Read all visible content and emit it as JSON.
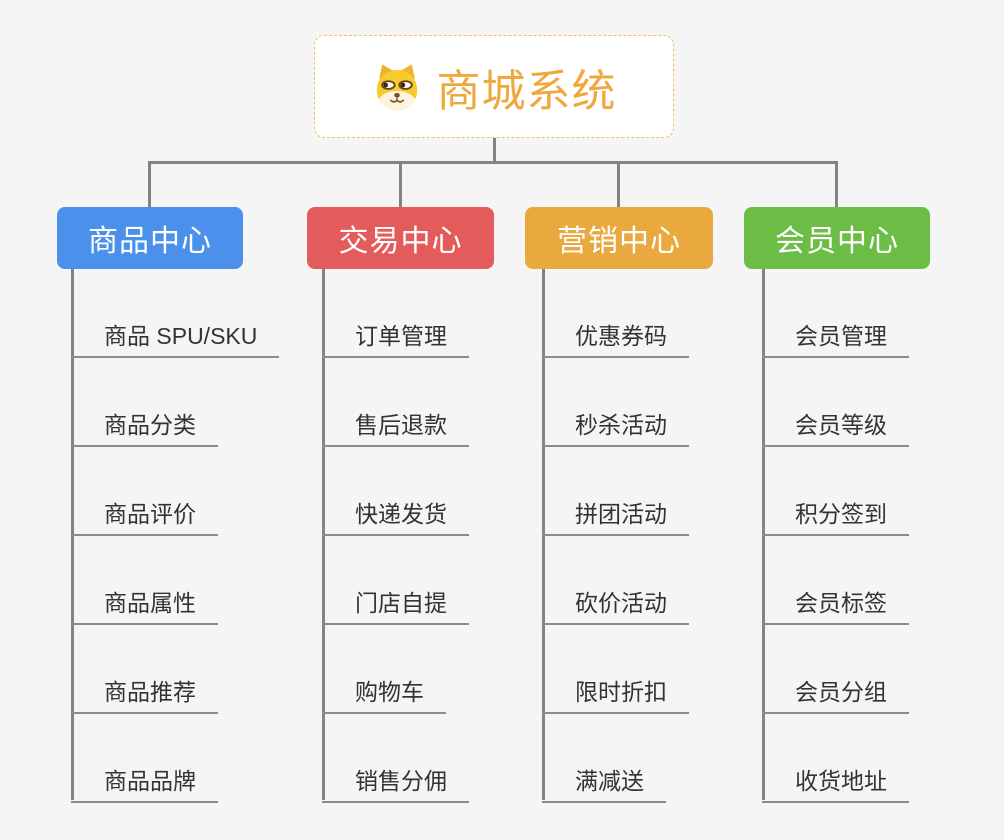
{
  "root": {
    "title": "商城系统",
    "icon": "doge-icon",
    "title_color": "#F0A73C",
    "border_color": "#EFBE62",
    "background": "#FFFFFF"
  },
  "connector_color": "#838383",
  "canvas_background": "#F5F5F5",
  "branches": [
    {
      "title": "商品中心",
      "color": "#4B90EB",
      "items": [
        "商品 SPU/SKU",
        "商品分类",
        "商品评价",
        "商品属性",
        "商品推荐",
        "商品品牌"
      ]
    },
    {
      "title": "交易中心",
      "color": "#E45B5B",
      "items": [
        "订单管理",
        "售后退款",
        "快递发货",
        "门店自提",
        "购物车",
        "销售分佣"
      ]
    },
    {
      "title": "营销中心",
      "color": "#E9A93F",
      "items": [
        "优惠券码",
        "秒杀活动",
        "拼团活动",
        "砍价活动",
        "限时折扣",
        "满减送"
      ]
    },
    {
      "title": "会员中心",
      "color": "#6CBD45",
      "items": [
        "会员管理",
        "会员等级",
        "积分签到",
        "会员标签",
        "会员分组",
        "收货地址"
      ]
    }
  ]
}
